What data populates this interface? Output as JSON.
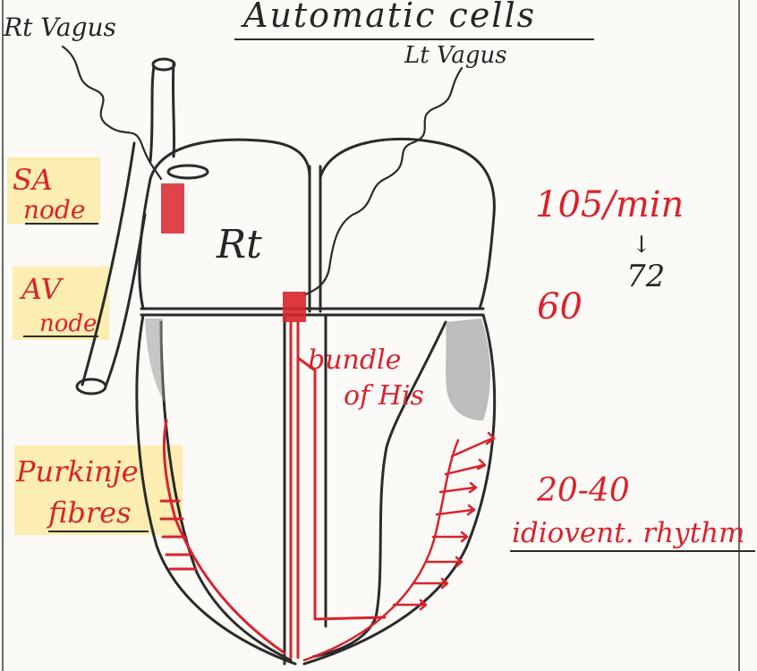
{
  "title": "Automatic cells",
  "labels": {
    "rt_vagus": "Rt Vagus",
    "lt_vagus": "Lt Vagus",
    "rt_chamber": "Rt",
    "sa_node": [
      "SA",
      "node"
    ],
    "av_node": [
      "AV",
      "node"
    ],
    "bundle_of_his": [
      "bundle",
      "of His"
    ],
    "purkinje_fibres": [
      "Purkinje",
      "fibres"
    ]
  },
  "rates": {
    "sa": "105/min",
    "sa_arrow": "↓",
    "sa_vagal": "72",
    "av": "60",
    "purkinje": "20-40",
    "purkinje_note": "idiovent. rhythm"
  },
  "colors": {
    "ink": "#262626",
    "red": "#d9232e",
    "highlight": "#fbeeb0",
    "paper": "#fbfaf6"
  }
}
